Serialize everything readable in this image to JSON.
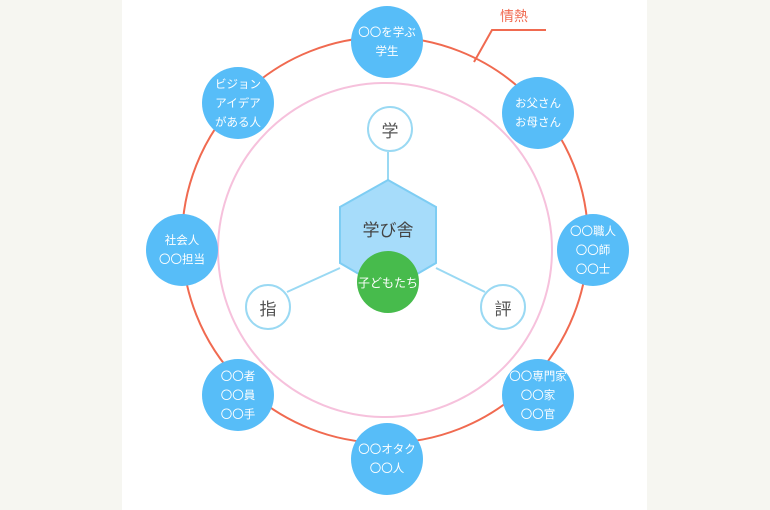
{
  "annotation": {
    "label": "情熱"
  },
  "center": {
    "label": "学び舎",
    "core_label": "子どもたち"
  },
  "inner_nodes": [
    {
      "label": "学"
    },
    {
      "label": "指"
    },
    {
      "label": "評"
    }
  ],
  "outer_nodes": [
    {
      "label": "〇〇を学ぶ\n学生"
    },
    {
      "label": "お父さん\nお母さん"
    },
    {
      "label": "〇〇職人\n〇〇師\n〇〇士"
    },
    {
      "label": "〇〇専門家\n〇〇家\n〇〇官"
    },
    {
      "label": "〇〇オタク\n〇〇人"
    },
    {
      "label": "〇〇者\n〇〇員\n〇〇手"
    },
    {
      "label": "社会人\n〇〇担当"
    },
    {
      "label": "ビジョン\nアイデア\nがある人"
    }
  ],
  "colors": {
    "outer_ring": "#f06a50",
    "inner_ring": "#f6c1dc",
    "outer_node": "#57bdf8",
    "hexagon": "#a6dcfa",
    "core": "#47bb4c"
  }
}
